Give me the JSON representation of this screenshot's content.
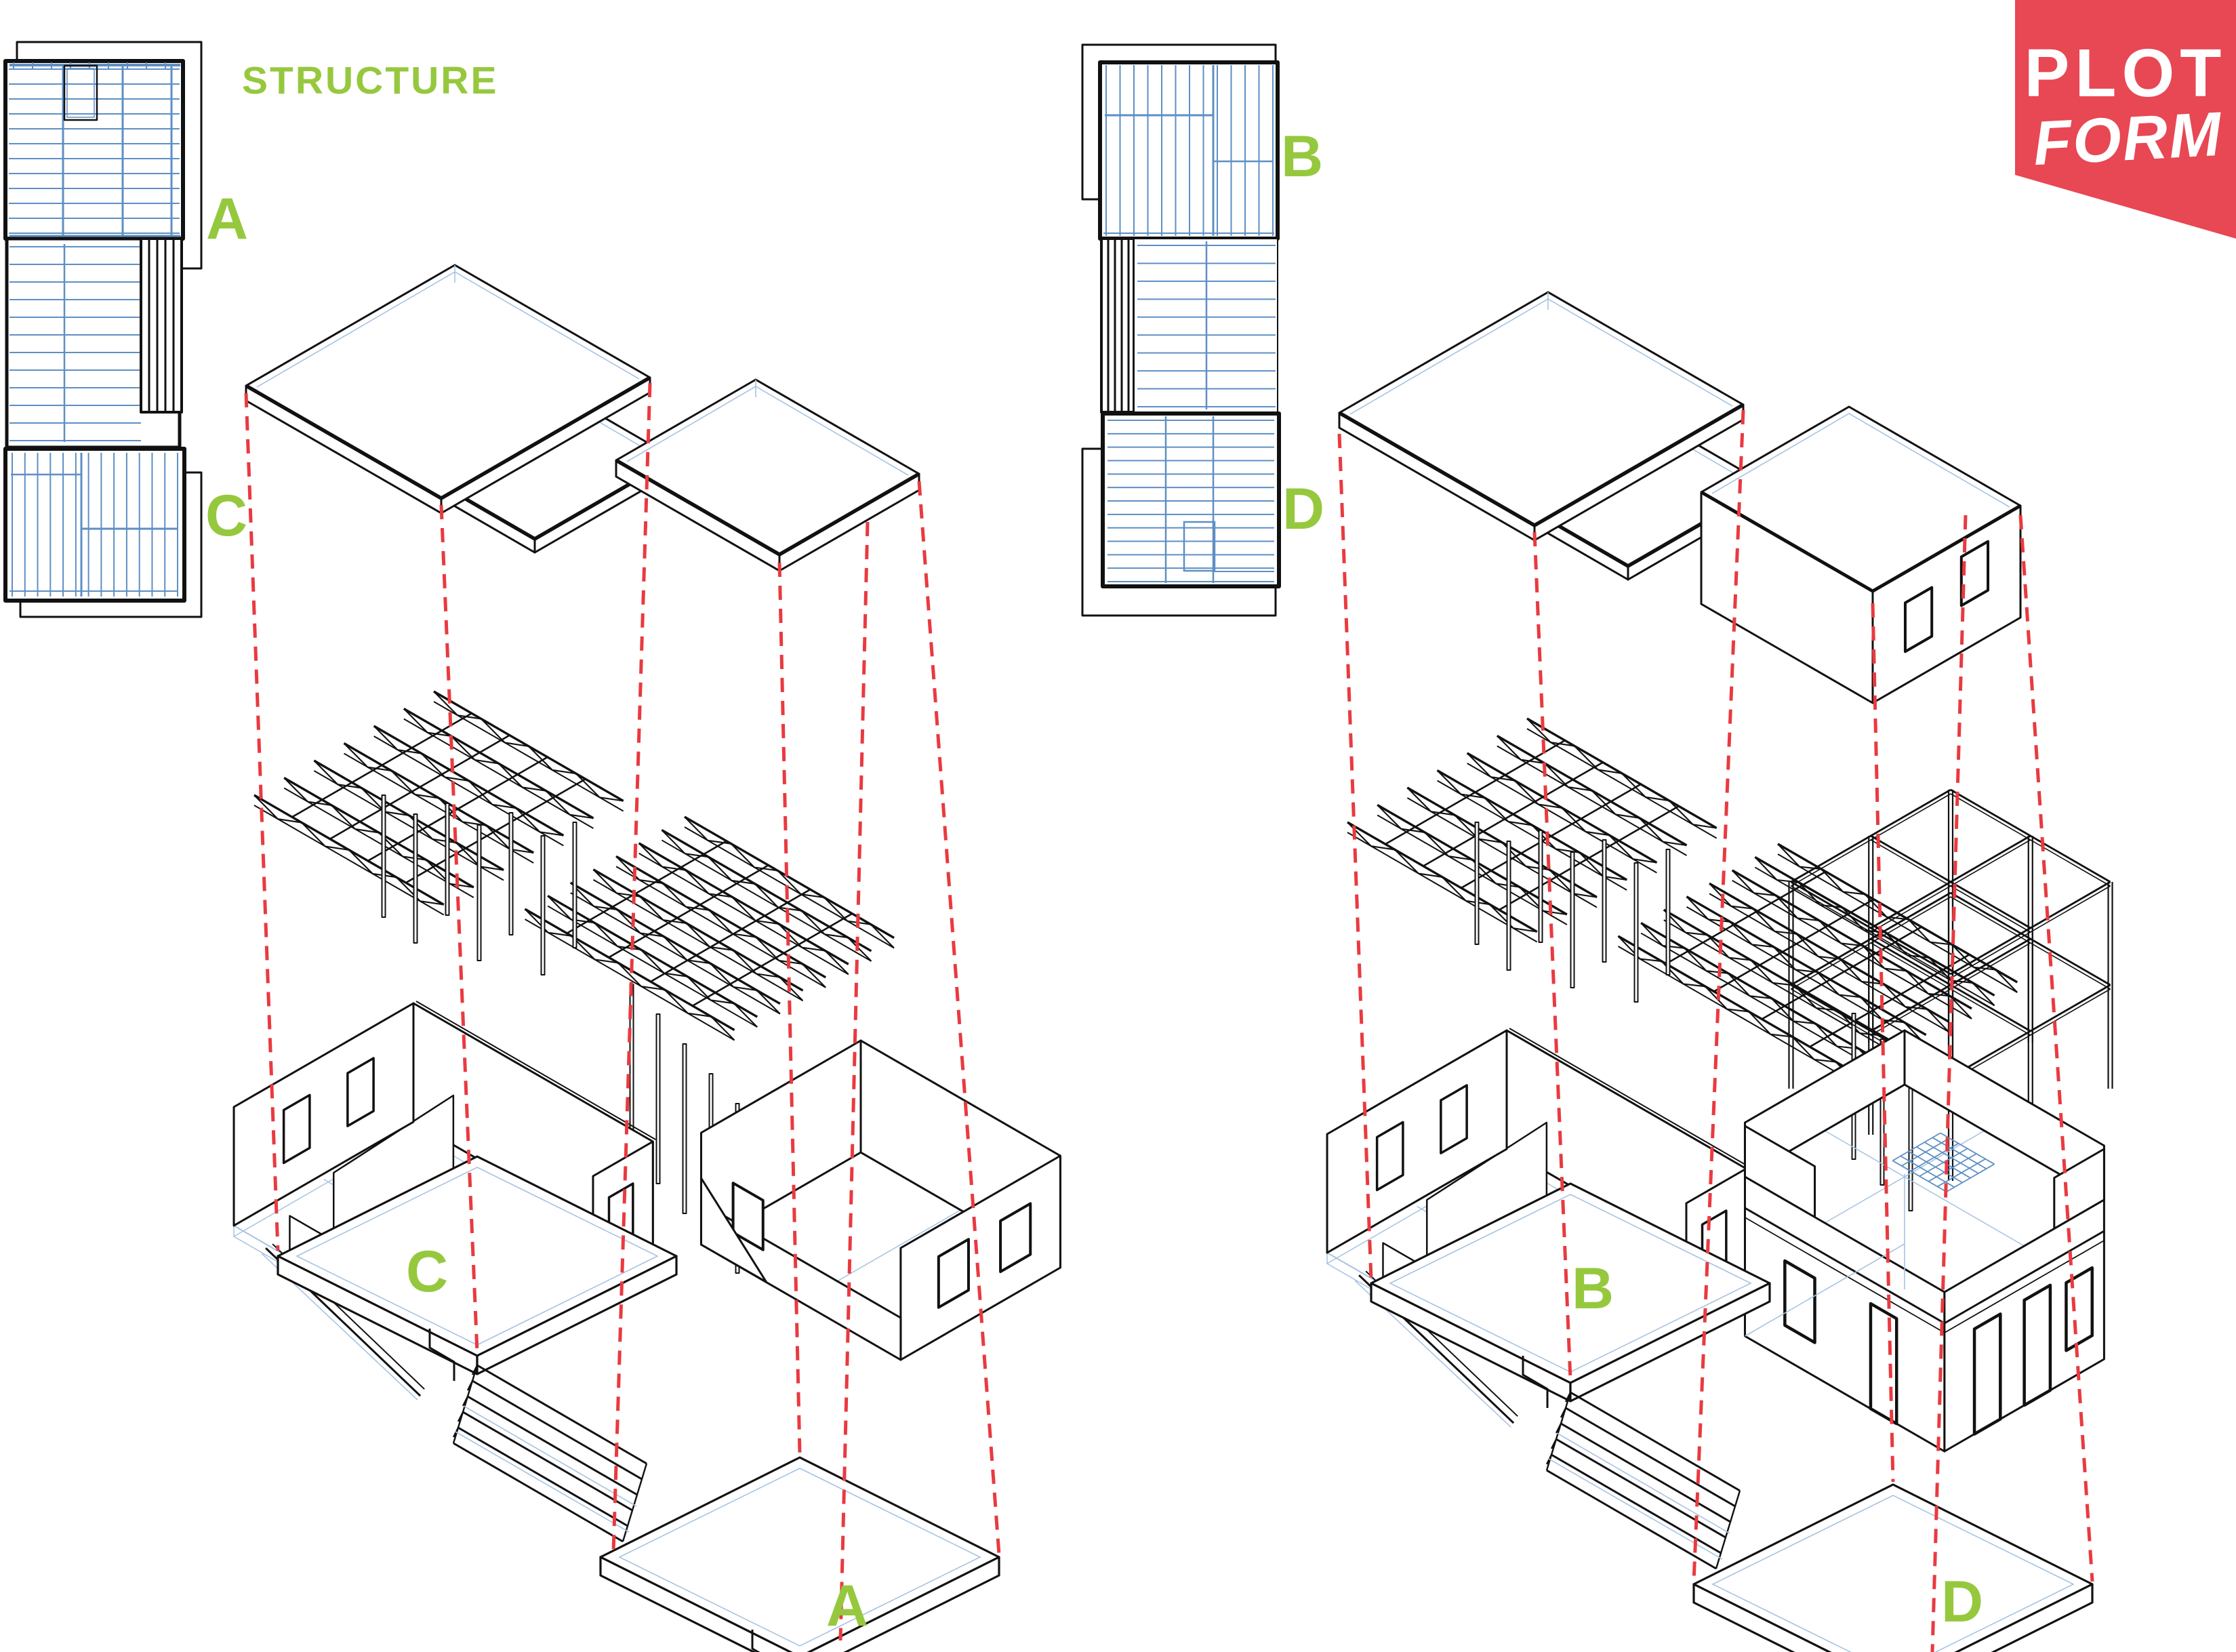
{
  "title": {
    "structure_label": "STRUCTURE"
  },
  "logo": {
    "line1": "PLOT",
    "line2": "FORM"
  },
  "plans": {
    "left": {
      "top_label": "A",
      "bottom_label": "C"
    },
    "middle": {
      "top_label": "B",
      "bottom_label": "D"
    }
  },
  "axons": {
    "left": {
      "upper_slab_label": "C",
      "lower_slab_label": "A"
    },
    "right": {
      "upper_slab_label": "B",
      "lower_slab_label": "D"
    }
  },
  "colors": {
    "accent_green": "#96C83E",
    "projection_red": "#E93A40",
    "logo_red": "#E84754",
    "drawing_black": "#111111",
    "framing_blue": "#5E8FC4",
    "framing_blue_light": "#A7C3E2"
  }
}
